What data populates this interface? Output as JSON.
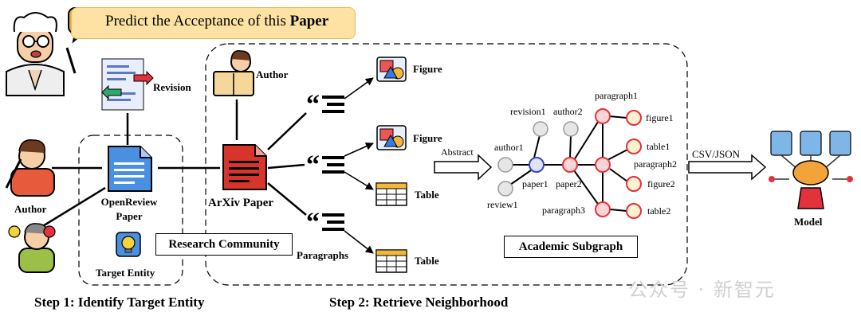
{
  "header": {
    "prompt_prefix": "Predict the Acceptance of this ",
    "prompt_bold": "Paper"
  },
  "left": {
    "revision": "Revision",
    "author": "Author",
    "openreview_line1": "OpenReview",
    "openreview_line2": "Paper",
    "target_entity": "Target Entity",
    "step1": "Step 1: Identify Target Entity"
  },
  "middle": {
    "author": "Author",
    "arxiv": "ArXiv Paper",
    "research_community": "Research Community",
    "paragraphs": "Paragraphs",
    "figure1": "Figure",
    "figure2": "Figure",
    "table1": "Table",
    "table2": "Table",
    "step2": "Step 2: Retrieve Neighborhood"
  },
  "graph": {
    "abstract_arrow": "Abstract",
    "title": "Academic Subgraph",
    "nodes": {
      "revision1": "revision1",
      "author2": "author2",
      "paragraph1": "paragraph1",
      "figure1": "figure1",
      "author1": "author1",
      "table1": "table1",
      "paragraph2": "paragraph2",
      "paper1": "paper1",
      "paper2": "paper2",
      "figure2": "figure2",
      "review1": "review1",
      "paragraph3": "paragraph3",
      "table2": "table2"
    }
  },
  "right": {
    "format_arrow": "CSV/JSON",
    "model": "Model"
  },
  "watermark": "公众号 · 新智元",
  "colors": {
    "bubble": "#fde2a4",
    "paper_blue": "#4a90e2",
    "paper_red": "#d9342b",
    "node_gray": "#e6e6e6",
    "node_blue": "#3344cc",
    "node_red": "#e2323c",
    "node_pink": "#fbd4d6",
    "node_orange": "#f5a623",
    "node_cream": "#fdf1cf"
  }
}
